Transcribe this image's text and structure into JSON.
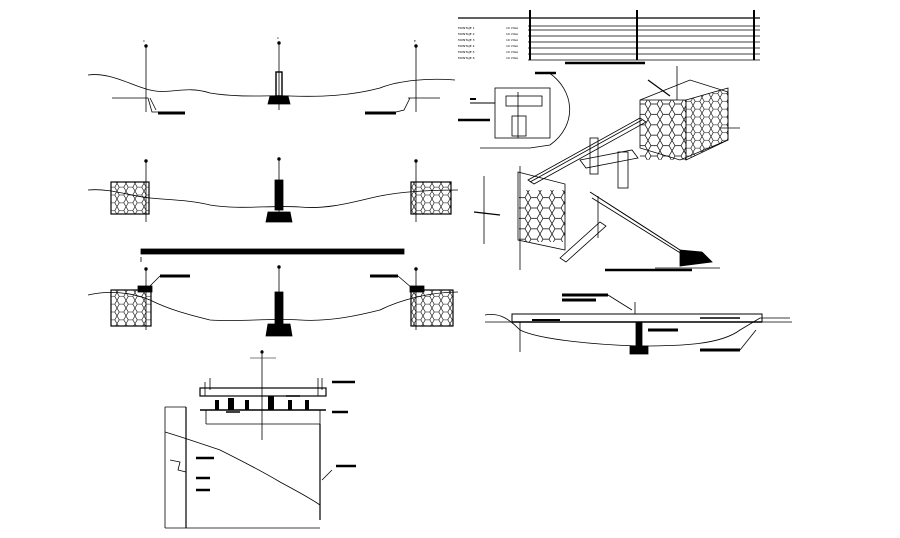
{
  "drawing": {
    "background": "#ffffff",
    "line_color": "#000000",
    "montaje_table": {
      "rows": [
        {
          "label": "MONTAJE 1",
          "value": "10 VIGA"
        },
        {
          "label": "MONTAJE 2",
          "value": "10 VIGA"
        },
        {
          "label": "MONTAJE 3",
          "value": "10 VIGA"
        },
        {
          "label": "MONTAJE 4",
          "value": "10 VIGA"
        },
        {
          "label": "MONTAJE 5",
          "value": "10 VIGA"
        },
        {
          "label": "MONTAJE 6",
          "value": "10 VIGA"
        }
      ]
    },
    "axis_markers": {
      "left": "C",
      "center": "C",
      "right": "E"
    }
  }
}
